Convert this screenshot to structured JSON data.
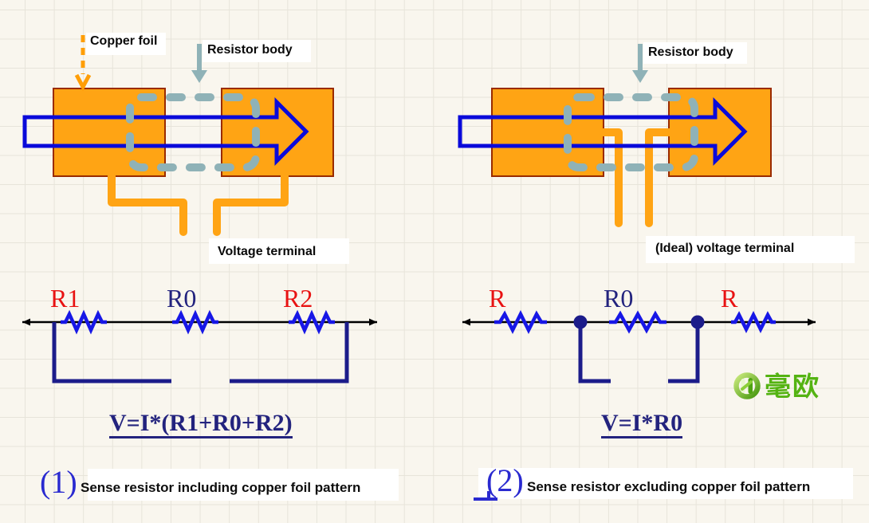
{
  "colors": {
    "background": "#f9f6ee",
    "grid_line": "#e7e4da",
    "copper_orange": "#ffa414",
    "pad_border": "#9a2b00",
    "resistor_body_teal": "#8fb2b7",
    "current_arrow_blue": "#0a0ada",
    "circuit_navy": "#1c1c8a",
    "zigzag_blue": "#1717e6",
    "label_red": "#e81212",
    "caption_blue": "#2a2ad0",
    "logo_green": "#54b312"
  },
  "left_diagram": {
    "copper_foil_label": "Copper foil",
    "resistor_body_label": "Resistor body",
    "voltage_terminal_label": "Voltage terminal",
    "circuit": {
      "r1": "R1",
      "r0": "R0",
      "r2": "R2"
    },
    "equation": "V=I*(R1+R0+R2)",
    "caption_number": "(1)",
    "caption": "Sense resistor including copper foil pattern"
  },
  "right_diagram": {
    "resistor_body_label": "Resistor body",
    "voltage_terminal_label": "(Ideal) voltage terminal",
    "circuit": {
      "r_left": "R",
      "r0": "R0",
      "r_right": "R"
    },
    "equation": "V=I*R0",
    "caption_number": "(2)",
    "caption": "Sense resistor excluding copper foil pattern"
  },
  "logo": {
    "text": "毫欧"
  }
}
